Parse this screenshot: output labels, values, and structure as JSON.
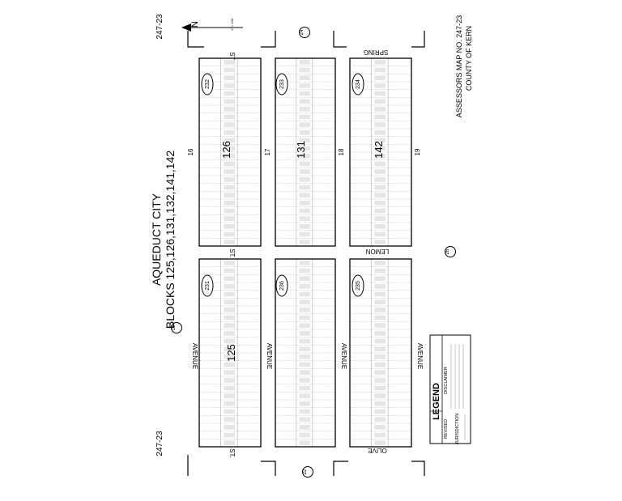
{
  "map_title": {
    "line1": "AQUEDUCT CITY",
    "line2": "BLOCKS 125,126,131,132,141,142"
  },
  "map_reference_top": "247-23",
  "map_reference_bottom": "247-23",
  "assessor": {
    "title": "ASSESSORS MAP NO. 247-23",
    "county": "COUNTY OF KERN"
  },
  "circled_refs": {
    "left": "18",
    "top_right": "24",
    "bottom_right": "22",
    "right_mid": "26"
  },
  "streets": {
    "st_top": "ST.",
    "st_bottom": "ST.",
    "spring": "SPRING",
    "lemon": "LEMON",
    "olive": "OLIVE",
    "avenue": "AVENUE",
    "row_numbers": [
      "16",
      "17",
      "18",
      "19"
    ]
  },
  "blocks": {
    "top_row": [
      "232",
      "233",
      "234"
    ],
    "bottom_row": [
      "231",
      "236",
      "235"
    ]
  },
  "block_center_labels": [
    "126",
    "131",
    "142",
    "125"
  ],
  "legend": {
    "title": "LEGEND",
    "revised": "REVISED",
    "jurisdiction": "JURISDICTION",
    "disclaimer": "DISCLAIMER"
  },
  "north_arrow": {
    "letter": "N",
    "scale": "1\" = 100'"
  },
  "colors": {
    "ink": "#000000",
    "paper": "#ffffff",
    "faint_line": "#b5b5b5"
  }
}
